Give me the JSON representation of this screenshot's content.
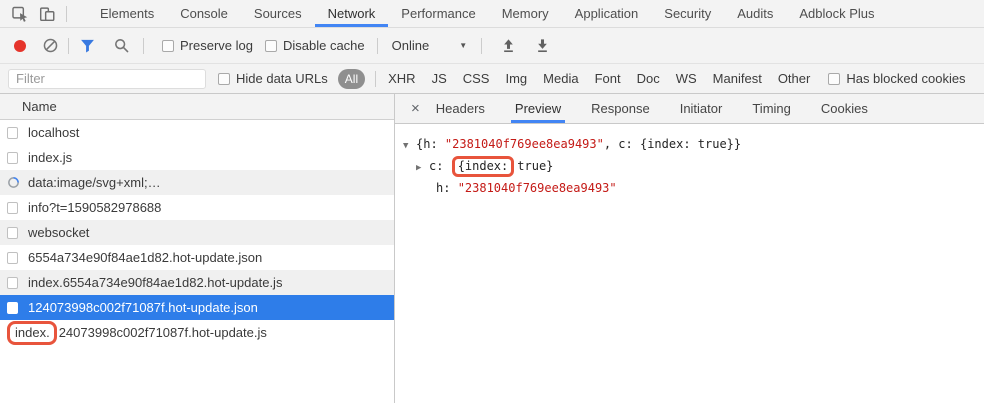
{
  "colors": {
    "accent_blue": "#4285f4",
    "selection_blue": "#2e7de9",
    "annotation_red": "#e8543c",
    "record_red": "#e5342b",
    "funnel_blue": "#3879e0",
    "string_red": "#c41a16"
  },
  "icons": {
    "close": "×",
    "dropdown_arrow": "▼",
    "tree_expanded": "▼",
    "tree_collapsed": "▶"
  },
  "devtools_tabs": {
    "items": [
      "Elements",
      "Console",
      "Sources",
      "Network",
      "Performance",
      "Memory",
      "Application",
      "Security",
      "Audits",
      "Adblock Plus"
    ],
    "active": "Network"
  },
  "network_toolbar": {
    "preserve_log_label": "Preserve log",
    "disable_cache_label": "Disable cache",
    "throttling_value": "Online"
  },
  "filter_bar": {
    "placeholder": "Filter",
    "hide_data_urls_label": "Hide data URLs",
    "all_label": "All",
    "types": [
      "XHR",
      "JS",
      "CSS",
      "Img",
      "Media",
      "Font",
      "Doc",
      "WS",
      "Manifest",
      "Other"
    ],
    "has_blocked_cookies_label": "Has blocked cookies"
  },
  "request_list": {
    "header": "Name",
    "rows": [
      {
        "name": "localhost"
      },
      {
        "name": "index.js"
      },
      {
        "name": "data:image/svg+xml;…"
      },
      {
        "name": "info?t=1590582978688"
      },
      {
        "name": "websocket"
      },
      {
        "name": "6554a734e90f84ae1d82.hot-update.json"
      },
      {
        "name": "index.6554a734e90f84ae1d82.hot-update.js"
      },
      {
        "name": "124073998c002f71087f.hot-update.json",
        "selected": true
      },
      {
        "annotated_prefix": "index.",
        "name_rest": "24073998c002f71087f.hot-update.js"
      }
    ]
  },
  "detail_panel": {
    "tabs": [
      "Headers",
      "Preview",
      "Response",
      "Initiator",
      "Timing",
      "Cookies"
    ],
    "active_tab": "Preview",
    "preview": {
      "root_prefix": "{h: ",
      "root_h_value": "\"2381040f769ee8ea9493\"",
      "root_suffix": ", c: {index: true}}",
      "c_key": "c: ",
      "c_annotated": "{index:",
      "c_rest": "true}",
      "h_key": "h: ",
      "h_value": "\"2381040f769ee8ea9493\""
    }
  }
}
